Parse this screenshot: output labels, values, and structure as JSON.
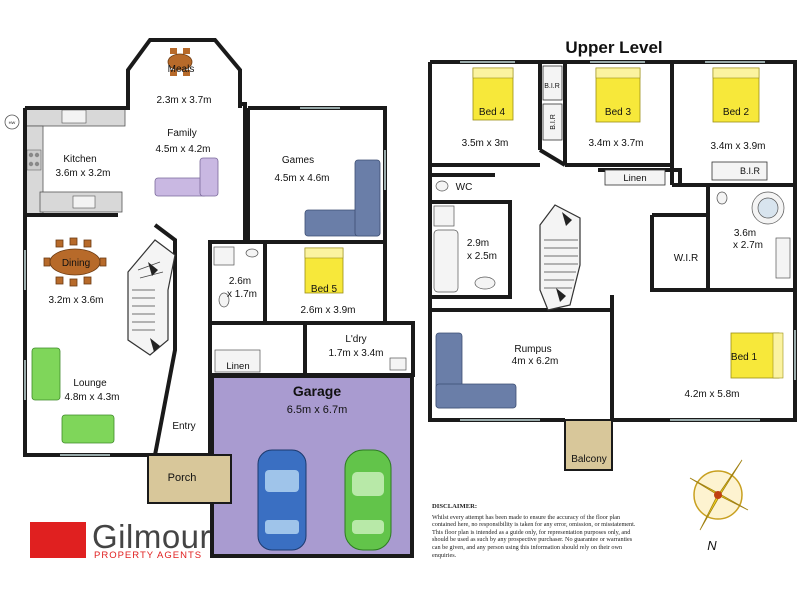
{
  "ground": {
    "kitchen": {
      "name": "Kitchen",
      "dim": "3.6m x 3.2m"
    },
    "meals": {
      "name": "Meals",
      "dim": "2.3m x 3.7m"
    },
    "family": {
      "name": "Family",
      "dim": "4.5m x 4.2m"
    },
    "games": {
      "name": "Games",
      "dim": "4.5m x 4.6m"
    },
    "dining": {
      "name": "Dining",
      "dim": "3.2m x 3.6m"
    },
    "bath": {
      "dim1": "2.6m",
      "dim2": "x 1.7m"
    },
    "bed5": {
      "name": "Bed 5",
      "dim": "2.6m x 3.9m"
    },
    "laundry": {
      "name": "L'dry",
      "dim": "1.7m x 3.4m"
    },
    "linen": "Linen",
    "garage": {
      "name": "Garage",
      "dim": "6.5m x 6.7m"
    },
    "lounge": {
      "name": "Lounge",
      "dim": "4.8m x 4.3m"
    },
    "entry": "Entry",
    "porch": "Porch",
    "hws": "HW"
  },
  "upper": {
    "title": "Upper Level",
    "bed4": {
      "name": "Bed 4",
      "dim": "3.5m x 3m"
    },
    "bed3": {
      "name": "Bed 3",
      "dim": "3.4m x 3.7m"
    },
    "bed2": {
      "name": "Bed 2",
      "dim": "3.4m x 3.9m"
    },
    "bir_top": "B.I.R",
    "bir_mid": "B.I.R",
    "bir_right": "B.I.R",
    "wc": "WC",
    "linen": "Linen",
    "bath": {
      "dim1": "2.9m",
      "dim2": "x 2.5m"
    },
    "ensuite": {
      "dim1": "3.6m",
      "dim2": "x 2.7m"
    },
    "wir": "W.I.R",
    "rumpus": {
      "name": "Rumpus",
      "dim": "4m x 6.2m"
    },
    "bed1": {
      "name": "Bed 1",
      "dim": "4.2m x 5.8m"
    },
    "balcony": "Balcony"
  },
  "compass": {
    "north": "N"
  },
  "disclaimer": {
    "title": "DISCLAIMER:",
    "body": "Whilst every attempt has been made to ensure the accuracy of the floor plan contained here, no responsibility is taken for any error, omission, or misstatement. This floor plan is intended as a guide only, for representation purposes only, and should be used as such by any prospective purchaser. No guarantee or warranties can be given, and any person using this information should rely on their own enquiries."
  },
  "brand": {
    "name": "Gilmour",
    "tagline": "PROPERTY AGENTS",
    "color": "#e02020"
  },
  "colors": {
    "wall": "#1a1a1a",
    "garage_fill": "#a99bd0",
    "porch_fill": "#d8c79a",
    "bed_fill": "#f7e83a",
    "sofa_blue": "#6a7ea8",
    "sofa_green": "#7fd65a",
    "table_brown": "#b76a2a",
    "floor_grey": "#e6e6e6"
  }
}
